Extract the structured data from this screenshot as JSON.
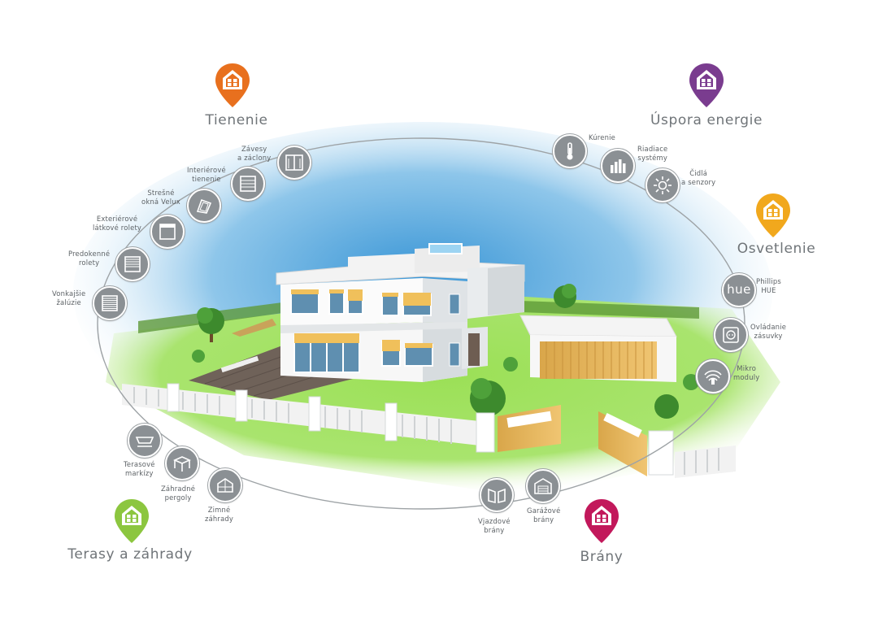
{
  "categories": [
    {
      "id": "tienenie",
      "title": "Tienenie",
      "color": "#e8701e"
    },
    {
      "id": "uspora",
      "title": "Úspora energie",
      "color": "#7a3c8f"
    },
    {
      "id": "osvetlenie",
      "title": "Osvetlenie",
      "color": "#f1a81d"
    },
    {
      "id": "terasy",
      "title": "Terasy a záhrady",
      "color": "#8cc63f"
    },
    {
      "id": "brany",
      "title": "Brány",
      "color": "#c2185b"
    }
  ],
  "nodes": [
    {
      "id": "zavesy",
      "label": "Závesy\na záclony",
      "icon": "curtains-icon"
    },
    {
      "id": "interierove",
      "label": "Interiérové\ntienenie",
      "icon": "blinds-icon"
    },
    {
      "id": "stresne",
      "label": "Strešné\nokná Velux",
      "icon": "roof-window-icon"
    },
    {
      "id": "exterierove",
      "label": "Exteriérové\nlátkové rolety",
      "icon": "fabric-roller-icon"
    },
    {
      "id": "predokenne",
      "label": "Predokenné\nrolety",
      "icon": "roller-shutter-icon"
    },
    {
      "id": "vonkajsie",
      "label": "Vonkajšie\nžalúzie",
      "icon": "venetian-blinds-icon"
    },
    {
      "id": "kurenie",
      "label": "Kúrenie",
      "icon": "thermometer-icon"
    },
    {
      "id": "riadiace",
      "label": "Riadiace\nsystémy",
      "icon": "bar-chart-icon"
    },
    {
      "id": "cidla",
      "label": "Čidlá\na senzory",
      "icon": "sun-sensor-icon"
    },
    {
      "id": "hue",
      "label": "Phillips\nHUE",
      "icon": "hue-logo-icon",
      "icon_text": "hue"
    },
    {
      "id": "zasuvky",
      "label": "Ovládanie\nzásuvky",
      "icon": "socket-icon"
    },
    {
      "id": "mikro",
      "label": "Mikro\nmoduly",
      "icon": "wireless-module-icon"
    },
    {
      "id": "markizy",
      "label": "Terasové\nmarkízy",
      "icon": "awning-icon"
    },
    {
      "id": "pergoly",
      "label": "Záhradné\npergoly",
      "icon": "pergola-icon"
    },
    {
      "id": "zimne",
      "label": "Zimné\nzáhrady",
      "icon": "winter-garden-icon"
    },
    {
      "id": "vjazdove",
      "label": "Vjazdové\nbrány",
      "icon": "swing-gate-icon"
    },
    {
      "id": "garazove",
      "label": "Garážové\nbrány",
      "icon": "garage-door-icon"
    }
  ]
}
